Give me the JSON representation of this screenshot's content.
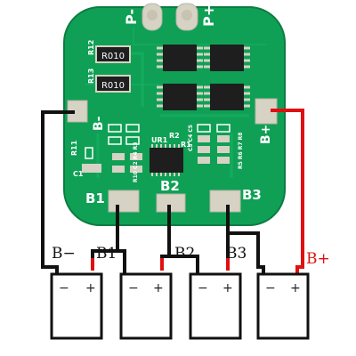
{
  "board": {
    "pad_p_minus": "P-",
    "pad_p_plus": "P+",
    "pad_b_minus": "B-",
    "pad_b_plus": "B+",
    "pad_b1": "B1",
    "pad_b2": "B2",
    "pad_b3": "B3",
    "resistor_marking_1": "R010",
    "resistor_marking_2": "R010",
    "ref_r12": "R12",
    "ref_r13": "R13",
    "ref_r11": "R11",
    "ref_ur1": "UR1",
    "ref_r2": "R2",
    "ref_r1": "R1",
    "ref_c1": "C1",
    "small_labels_left": "R10 C2 R4 R3",
    "small_labels_right": "R5 R6 R7 R8",
    "small_labels_cap_right": "C3 C4 C5",
    "colors": {
      "pcb": "#0fa055",
      "pcb_edge": "#0b7d41",
      "pad": "#d6d2c4",
      "chip": "#1e1e1e",
      "wire_black": "#111111",
      "wire_red": "#e01010"
    }
  },
  "wiring": {
    "label_b_minus": "B−",
    "label_b1": "B1",
    "label_b2": "B2",
    "label_b3": "B3",
    "label_b_plus": "B+"
  },
  "cells": [
    {
      "minus": "−",
      "plus": "+"
    },
    {
      "minus": "−",
      "plus": "+"
    },
    {
      "minus": "−",
      "plus": "+"
    },
    {
      "minus": "−",
      "plus": "+"
    }
  ]
}
